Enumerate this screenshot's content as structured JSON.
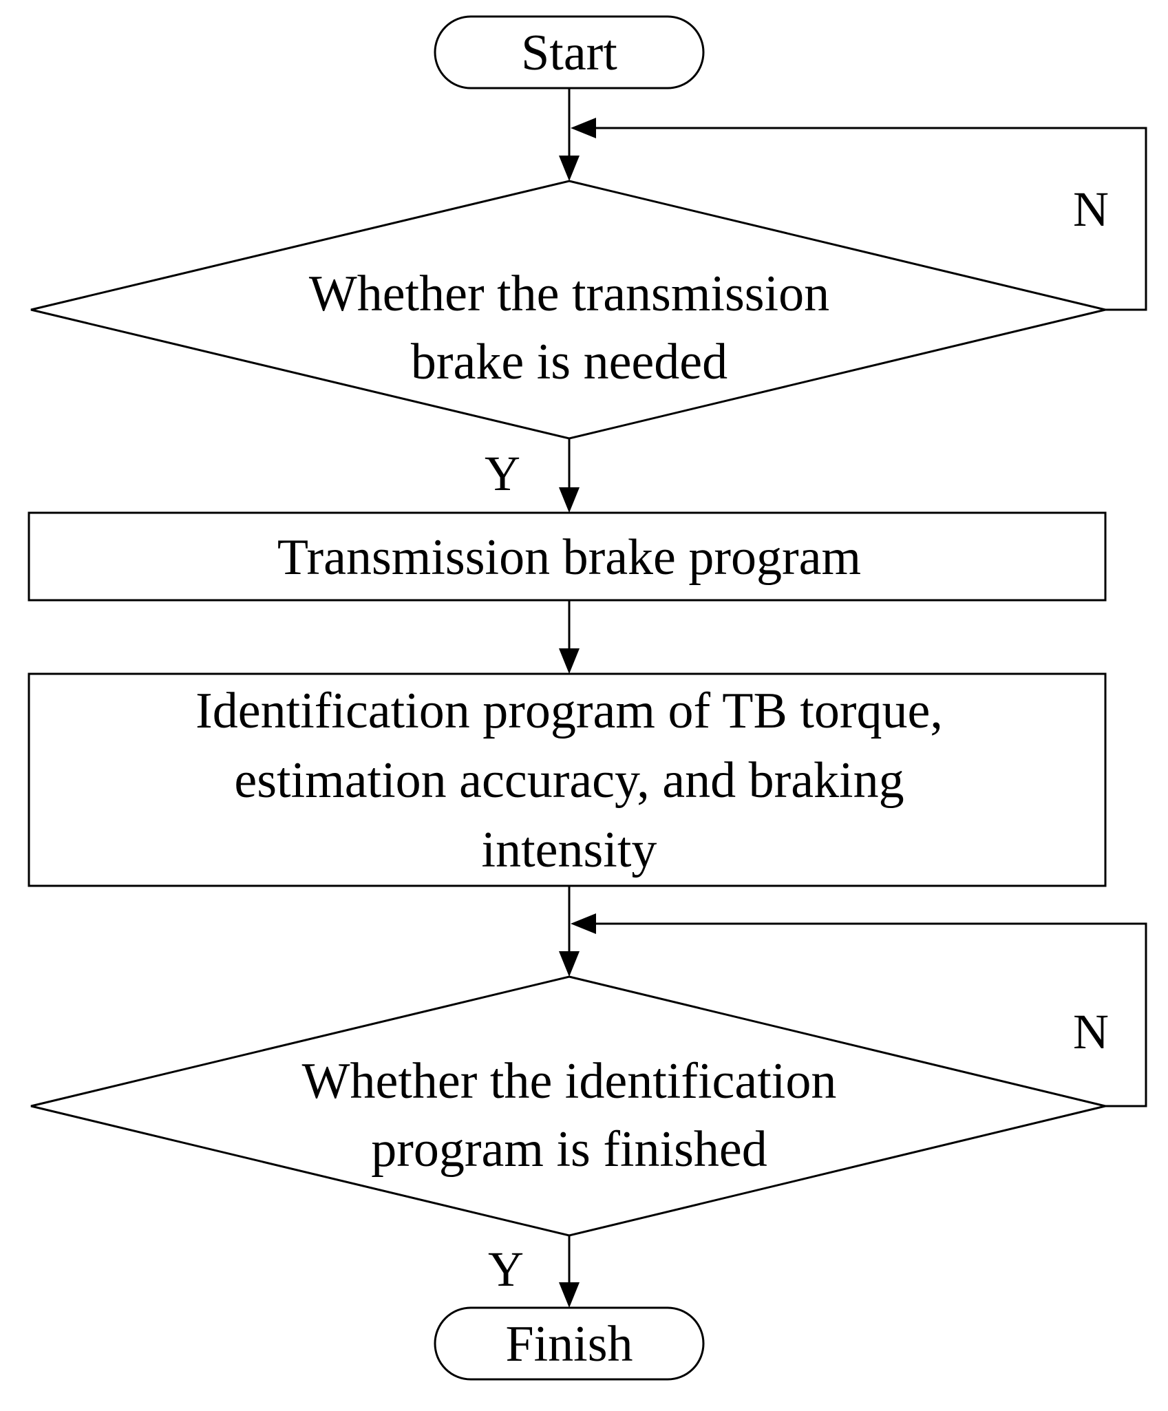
{
  "nodes": {
    "start": {
      "label": "Start"
    },
    "decision_brake_needed": {
      "lines": [
        "Whether the transmission",
        "brake is needed"
      ]
    },
    "process_brake_program": {
      "label": "Transmission brake program"
    },
    "process_identification": {
      "lines": [
        "Identification program of TB torque,",
        "estimation accuracy, and  braking",
        "intensity"
      ]
    },
    "decision_identification_finished": {
      "lines": [
        "Whether the identification",
        "program  is finished"
      ]
    },
    "finish": {
      "label": "Finish"
    }
  },
  "edges": {
    "brake_needed_no": "N",
    "brake_needed_yes": "Y",
    "identification_finished_no": "N",
    "identification_finished_yes": "Y"
  }
}
